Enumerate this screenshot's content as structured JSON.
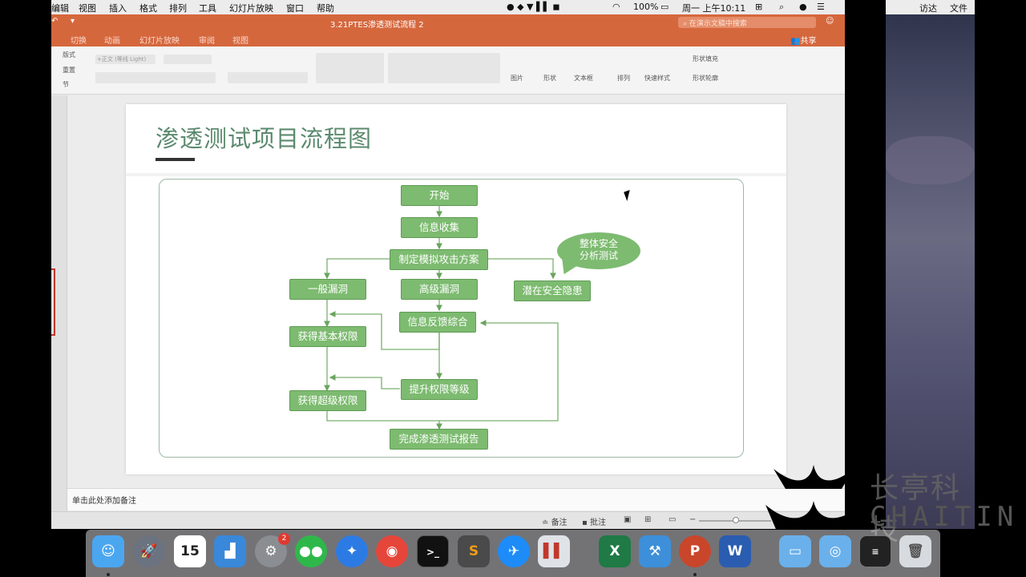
{
  "menubar": {
    "items": [
      "编辑",
      "视图",
      "插入",
      "格式",
      "排列",
      "工具",
      "幻灯片放映",
      "窗口",
      "帮助"
    ],
    "battery": "100%",
    "clock": "周一 上午10:11"
  },
  "window": {
    "doc_title": "3.21PTES渗透测试流程 2",
    "search_placeholder": "在演示文稿中搜索",
    "tabs": [
      "切换",
      "动画",
      "幻灯片放映",
      "审阅",
      "视图"
    ],
    "share": "共享"
  },
  "ribbon": {
    "left_labels": [
      "版式",
      "重置",
      "节"
    ],
    "buttons": [
      "图片",
      "形状",
      "文本框",
      "排列",
      "快速样式",
      "形状填充",
      "形状轮廓"
    ],
    "font_name": "+正文 (等线 Light)"
  },
  "slide": {
    "title": "渗透测试项目流程图",
    "flow": {
      "start": "开始",
      "collect": "信息收集",
      "plan": "制定模拟攻击方案",
      "general_vuln": "一般漏洞",
      "advanced_vuln": "高级漏洞",
      "hidden_risk": "潜在安全隐患",
      "feedback": "信息反馈综合",
      "basic_priv": "获得基本权限",
      "escalate": "提升权限等级",
      "super_priv": "获得超级权限",
      "report": "完成渗透测试报告",
      "bubble": [
        "整体安全",
        "分析测试"
      ]
    }
  },
  "notes": "单击此处添加备注",
  "status": {
    "notes_btn": "备注",
    "comments_btn": "批注"
  },
  "desktop_menu": [
    "访达",
    "文件"
  ],
  "watermark": {
    "cn": "长亭科技",
    "en": "CHAITIN"
  },
  "dock": {
    "calendar_day": "15",
    "settings_badge": "2",
    "apps": [
      "Finder",
      "Launchpad",
      "Calendar",
      "Keynote",
      "System Preferences",
      "WeChat",
      "Safari",
      "Chrome",
      "Terminal",
      "Sublime Text",
      "DingTalk",
      "Parallels",
      "Excel",
      "Xcode",
      "PowerPoint",
      "Word",
      "Folder",
      "Downloads",
      "Screen",
      "Trash"
    ]
  },
  "colors": {
    "accent": "#d5673d",
    "flow_green": "#7dbb70",
    "title_green": "#5b8a6e"
  }
}
